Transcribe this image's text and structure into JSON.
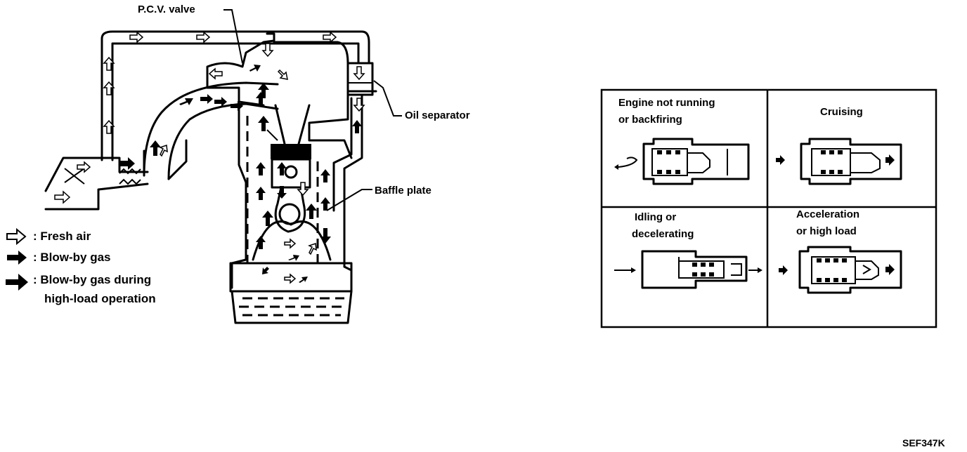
{
  "callouts": {
    "pcv_valve": "P.C.V. valve",
    "oil_separator": "Oil separator",
    "baffle_plate": "Baffle plate"
  },
  "legend": [
    {
      "icon": "hollow-arrow-icon",
      "text": ": Fresh air"
    },
    {
      "icon": "solid-arrow-icon",
      "text": ": Blow-by gas"
    },
    {
      "icon": "bold-arrow-icon",
      "text": ": Blow-by gas during",
      "text2": "high-load operation"
    }
  ],
  "valve_states": [
    {
      "line1": "Engine not running",
      "line2": "or backfiring"
    },
    {
      "line1": "Cruising",
      "line2": ""
    },
    {
      "line1": "Idling or",
      "line2": "decelerating"
    },
    {
      "line1": "Acceleration",
      "line2": "or high load"
    }
  ],
  "figure_code": "SEF347K"
}
